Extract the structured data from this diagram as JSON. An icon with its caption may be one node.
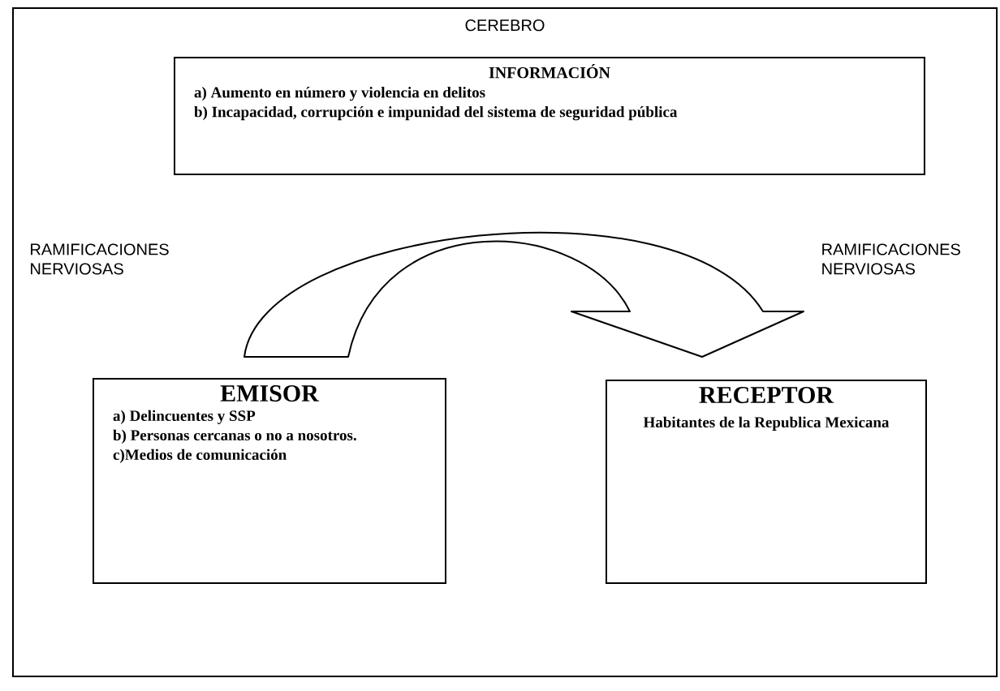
{
  "diagram": {
    "nodes": [
      {
        "text": [
          "CEREBRO"
        ]
      },
      {
        "text": [
          "INFORMACIÓN",
          "a) Aumento en número y violencia en delitos",
          "b) Incapacidad, corrupción e impunidad del sistema de seguridad pública"
        ],
        "in": 0
      },
      {
        "text": [
          "EMISOR",
          "a) Delincuentes y SSP",
          "b) Personas cercanas o no a nosotros.",
          "c)Medios de comunicación"
        ],
        "in": 0
      },
      {
        "text": [
          "RECEPTOR",
          "Habitantes de la Republica Mexicana"
        ],
        "in": 0
      }
    ],
    "edges": [
      {
        "from": 2,
        "to": 3,
        "arrow": "to"
      }
    ],
    "labels": [
      "RAMIFICACIONES NERVIOSAS",
      "RAMIFICACIONES NERVIOSAS"
    ]
  }
}
